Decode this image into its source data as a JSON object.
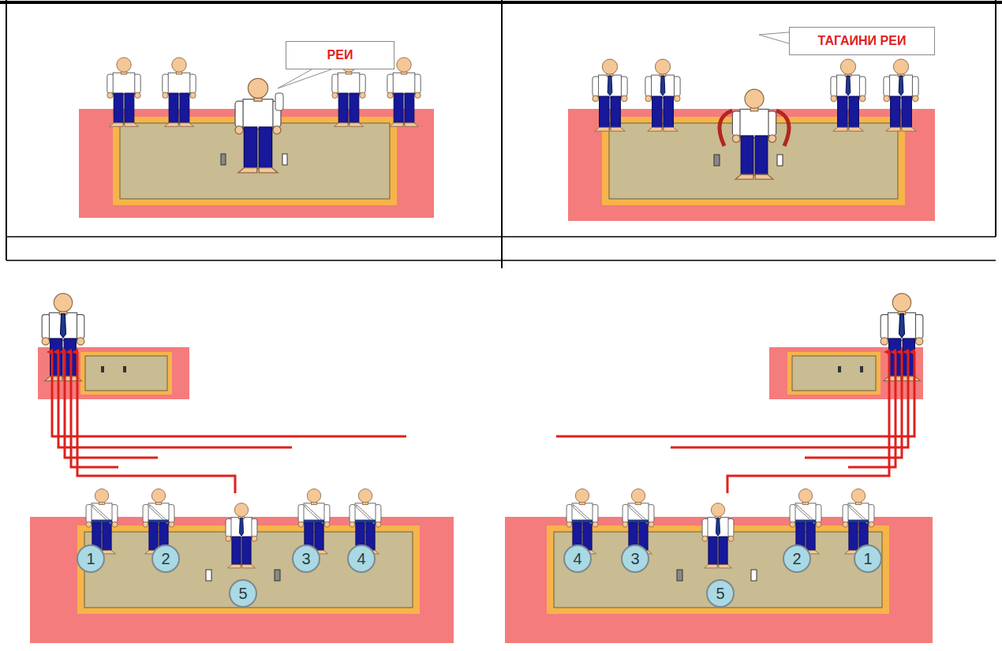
{
  "diagram": {
    "nodes": [
      {
        "text": [
          "РЕИ"
        ]
      },
      {
        "text": [
          "ТАГАИНИ РЕИ"
        ]
      },
      {
        "text": [
          "1"
        ]
      },
      {
        "text": [
          "2"
        ]
      },
      {
        "text": [
          "5"
        ]
      },
      {
        "text": [
          "3"
        ]
      },
      {
        "text": [
          "4"
        ]
      },
      {
        "text": [
          "4"
        ]
      },
      {
        "text": [
          "3"
        ]
      },
      {
        "text": [
          "5"
        ]
      },
      {
        "text": [
          "2"
        ]
      },
      {
        "text": [
          "1"
        ]
      }
    ]
  }
}
